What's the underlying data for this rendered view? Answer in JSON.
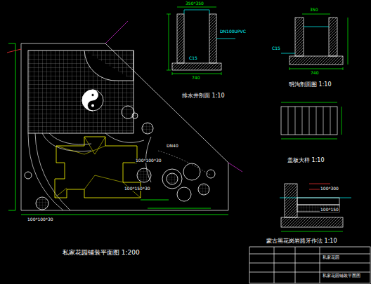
{
  "diagram": {
    "title": "私家花园铺装平面图 1:200",
    "labels": [
      "排水井剖面 1:10",
      "明沟剖面图 1:10",
      "盖板大样 1:10",
      "蒙古黑花岗岩路牙作法 1:10",
      "私家花园",
      "私家花园铺装平面图",
      "350*350",
      "DN100UPVC",
      "C15",
      "740",
      "350",
      "740",
      "C15",
      "100*100*30",
      "100*100*30",
      "100*150*30",
      "DN40",
      "100*300",
      "100*150"
    ]
  }
}
